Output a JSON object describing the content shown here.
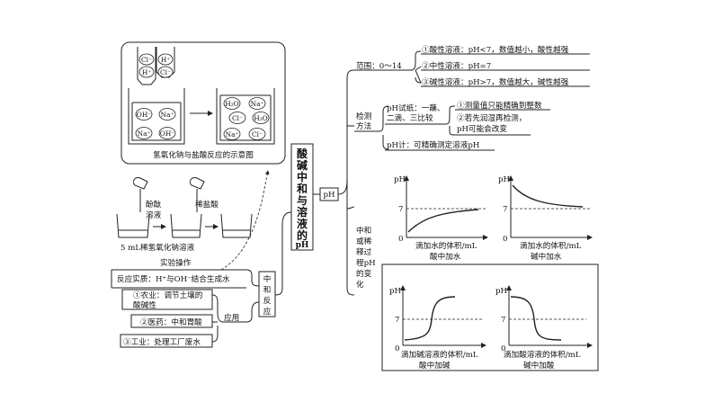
{
  "center_title": [
    "酸",
    "碱",
    "中",
    "和",
    "与",
    "溶",
    "液",
    "的",
    "pH"
  ],
  "ph_node": "pH",
  "range": {
    "label": "范围：0～14",
    "items": [
      "①酸性溶液：pH<7，数值越小，酸性越强",
      "②中性溶液：pH=7",
      "③碱性溶液：pH>7，数值越大，碱性越强"
    ]
  },
  "detect": {
    "label": [
      "检测",
      "方法"
    ],
    "paper": [
      "pH试纸：一蘸、",
      "二滴、三比较"
    ],
    "paper_items": [
      "①测量值只能精确到整数",
      "②若先润湿再检测，",
      "pH可能会改变"
    ],
    "meter": "pH计：可精确测定溶液pH"
  },
  "process_label": [
    "中和",
    "或稀",
    "释过",
    "程pH",
    "的变",
    "化"
  ],
  "graphs": {
    "ph_label": "pH",
    "seven": "7",
    "zero": "0",
    "g1_caption": [
      "滴加水的体积/mL",
      "酸中加水"
    ],
    "g2_caption": [
      "滴加水的体积/mL",
      "碱中加水"
    ],
    "g3_caption": [
      "滴加碱溶液的体积/mL",
      "酸中加碱"
    ],
    "g4_caption": [
      "滴加酸溶液的体积/mL",
      "碱中加酸"
    ]
  },
  "reaction": {
    "caption": "氢氧化钠与盐酸反应的示意图",
    "ions_dropper": [
      "Cl⁻",
      "H⁺",
      "H⁺",
      "Cl⁻"
    ],
    "ions_left": [
      "OH⁻",
      "Na⁺",
      "Na⁺",
      "OH⁻"
    ],
    "ions_right": [
      "H₂O",
      "Na⁺",
      "Cl⁻",
      "H₂O",
      "Na⁺",
      "Cl⁻"
    ]
  },
  "experiment": {
    "phenol": [
      "酚酞",
      "溶液"
    ],
    "acid": "稀盐酸",
    "solution": "5 mL稀氢氧化钠溶液",
    "operation": "实验操作"
  },
  "neutral": {
    "label": [
      "中",
      "和",
      "反",
      "应"
    ],
    "essence": "反应实质：H⁺与OH⁻结合生成水",
    "apply_label": "应用",
    "apps": [
      "①农业：调节土壤的",
      "酸碱性",
      "②医药：中和胃酸",
      "③工业：处理工厂废水"
    ]
  }
}
